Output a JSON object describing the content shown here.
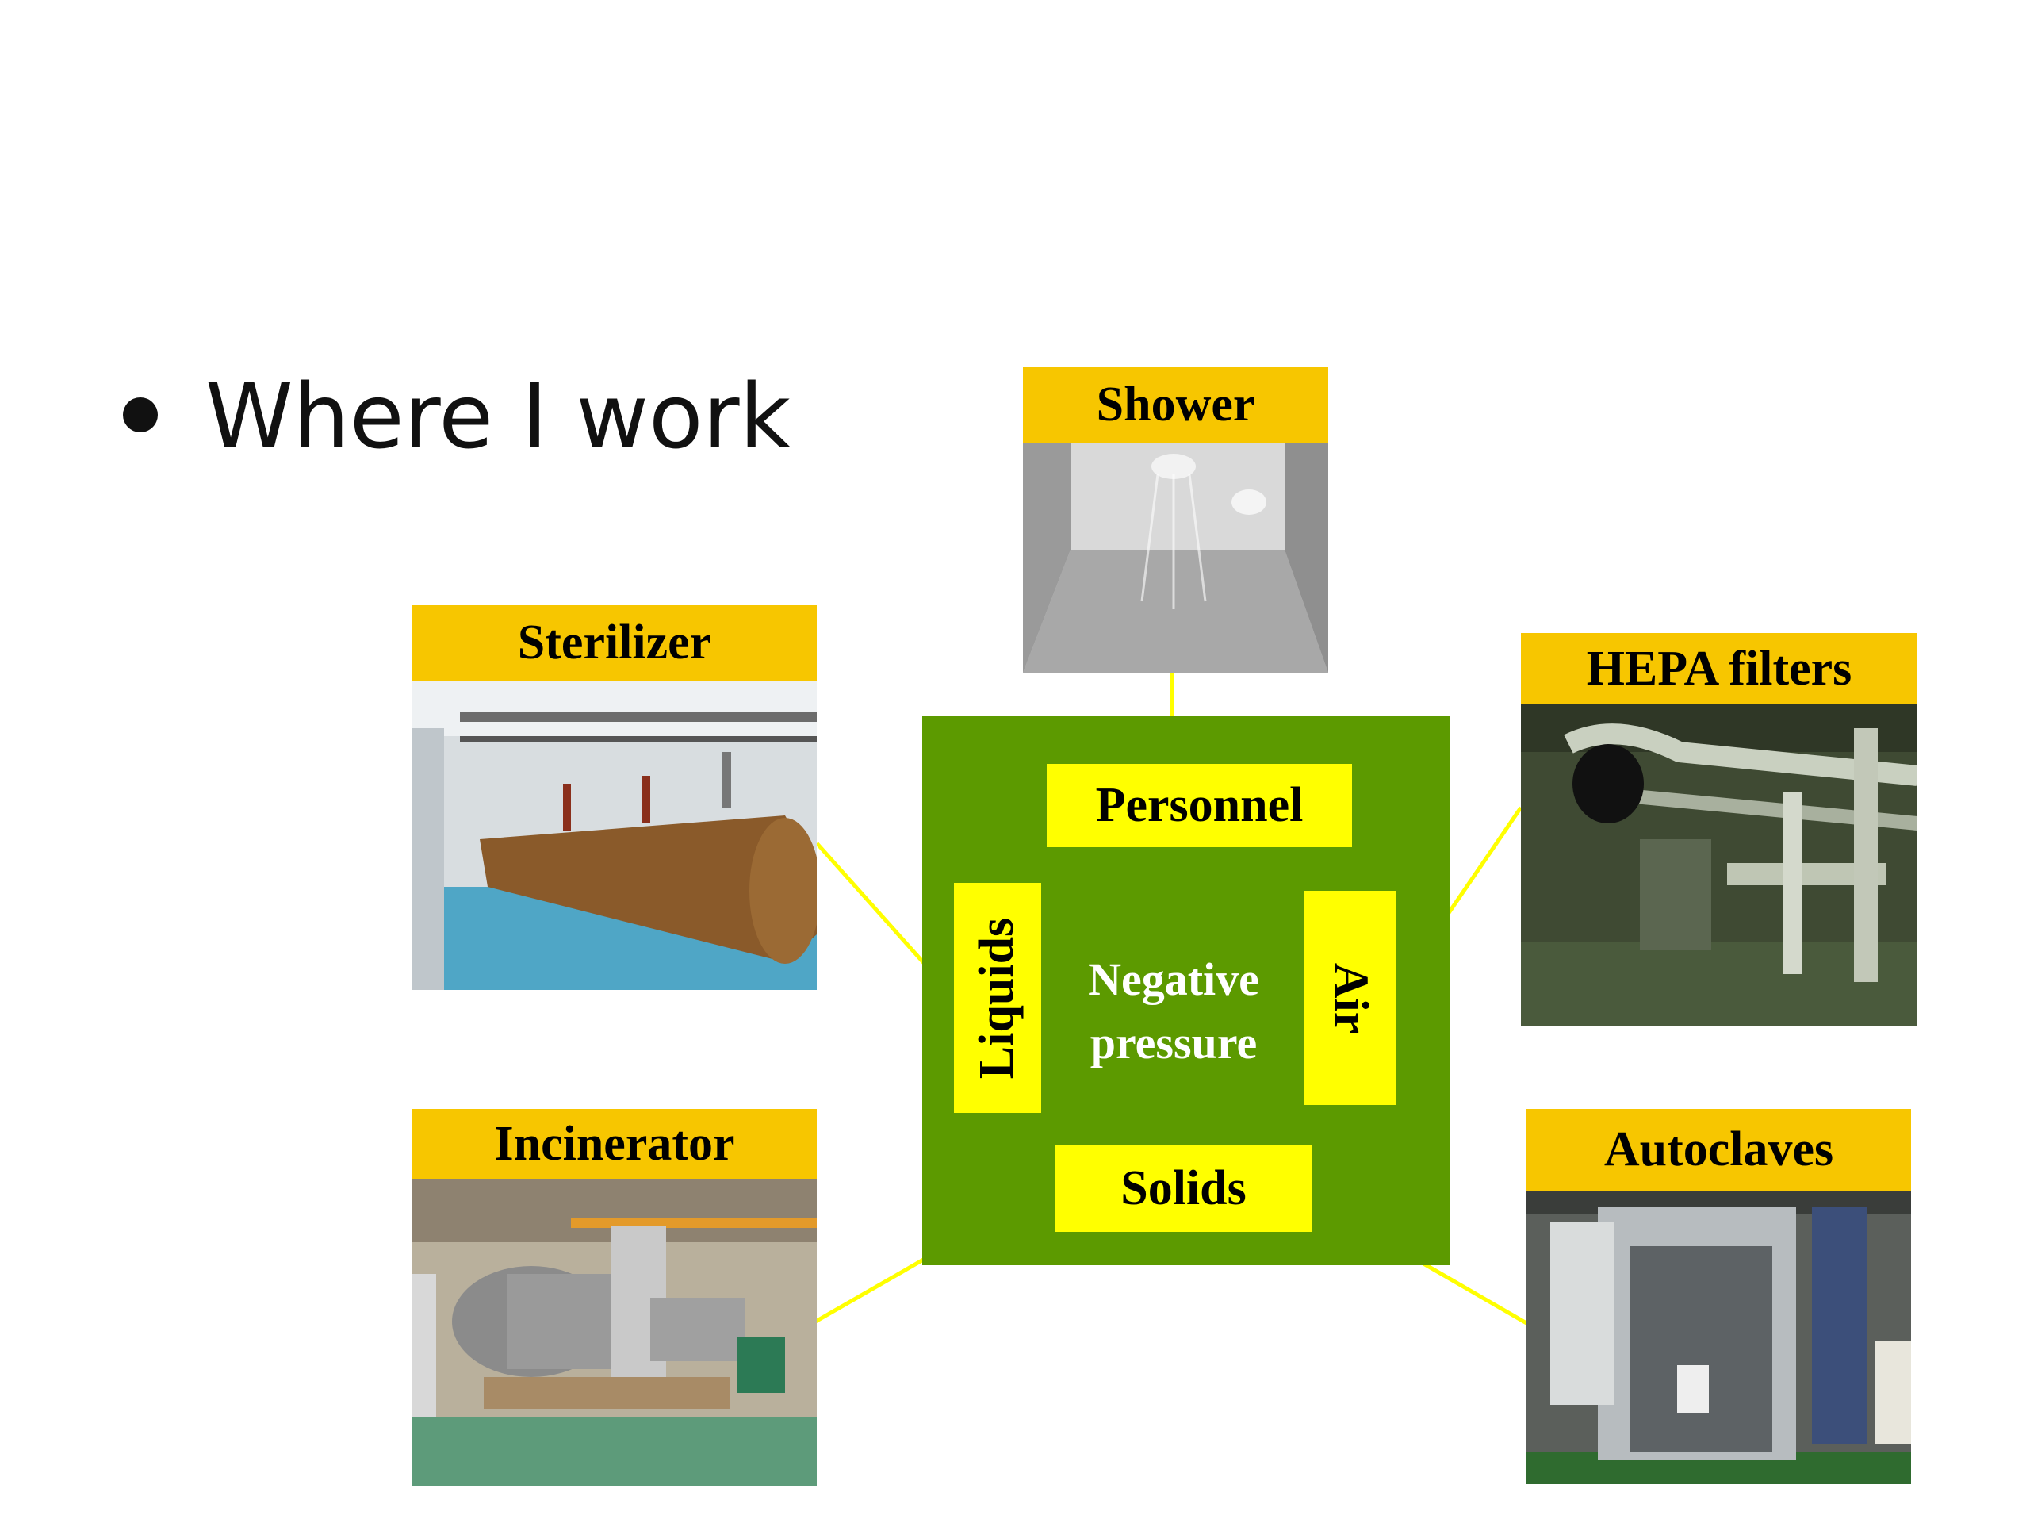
{
  "bullet": {
    "text": "Where I work"
  },
  "center": {
    "label_line1": "Negative",
    "label_line2": "pressure",
    "box_color": "#5c9a00",
    "tag_color": "#ffff00"
  },
  "tags": {
    "personnel": "Personnel",
    "liquids": "Liquids",
    "air": "Air",
    "solids": "Solids"
  },
  "photos": {
    "shower": {
      "title": "Shower"
    },
    "sterilizer": {
      "title": "Sterilizer"
    },
    "hepa": {
      "title": "HEPA filters"
    },
    "incinerator": {
      "title": "Incinerator"
    },
    "autoclaves": {
      "title": "Autoclaves"
    }
  },
  "colors": {
    "title_bar": "#f7c600",
    "connector": "#ffff00"
  }
}
